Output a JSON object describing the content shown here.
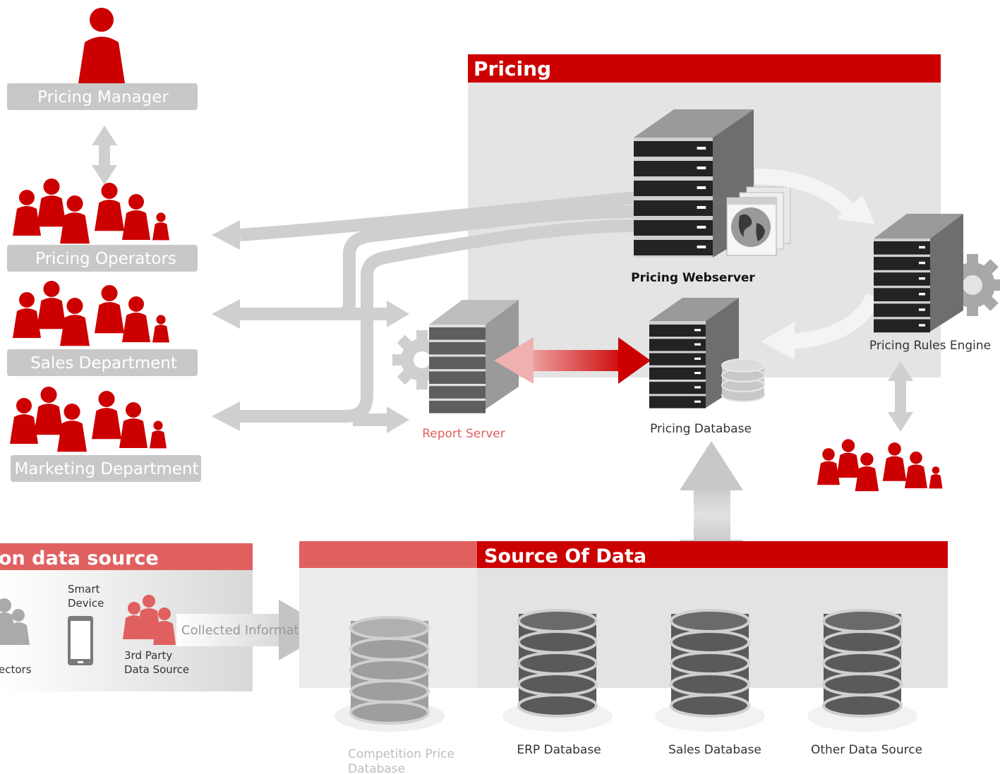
{
  "roles": {
    "pricing_manager": "Pricing Manager",
    "pricing_operators": "Pricing Operators",
    "sales_department": "Sales Department",
    "marketing_department": "Marketing Department"
  },
  "pricing_panel": {
    "title": "Pricing",
    "webserver": "Pricing Webserver",
    "rules_engine": "Pricing Rules Engine",
    "database": "Pricing Database",
    "report_server": "Report Server"
  },
  "competition_panel": {
    "title": "on data source",
    "smart_device_line1": "Smart",
    "smart_device_line2": "Device",
    "third_party_line1": "3rd Party",
    "third_party_line2": "Data Source",
    "collectors": "ectors",
    "flow_label": "Collected Information"
  },
  "source_panel": {
    "title": "Source Of Data",
    "competition_db_line1": "Competition Price",
    "competition_db_line2": "Database",
    "erp_db": "ERP Database",
    "sales_db": "Sales Database",
    "other_db": "Other Data Source"
  },
  "colors": {
    "brand_red": "#cc0000",
    "faded_red": "#e06060",
    "panel_gray": "#e3e3e3",
    "label_gray": "#c8c8c8",
    "server_dark": "#2a2a2a",
    "db_gray": "#5a5a5a"
  }
}
